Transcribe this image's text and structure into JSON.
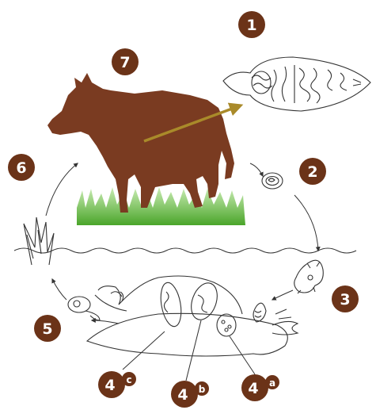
{
  "colors": {
    "badge": "#6b3318",
    "cow": "#7a3b21",
    "grass": "#5fb23a",
    "arrow_gold": "#a98a2a",
    "line": "#333333"
  },
  "labels": {
    "s1": "1",
    "s2": "2",
    "s3": "3",
    "s4a": "4",
    "s4a_sup": "a",
    "s4b": "4",
    "s4b_sup": "b",
    "s4c": "4",
    "s4c_sup": "c",
    "s5": "5",
    "s6": "6",
    "s7": "7"
  },
  "icons": {
    "host": "cow-icon",
    "adult_fluke": "adult-fluke-icon",
    "egg": "egg-icon",
    "miracidium": "miracidium-icon",
    "snail": "snail-icon",
    "cercaria": "cercaria-icon",
    "metacercaria": "metacercaria-on-grass-icon"
  }
}
